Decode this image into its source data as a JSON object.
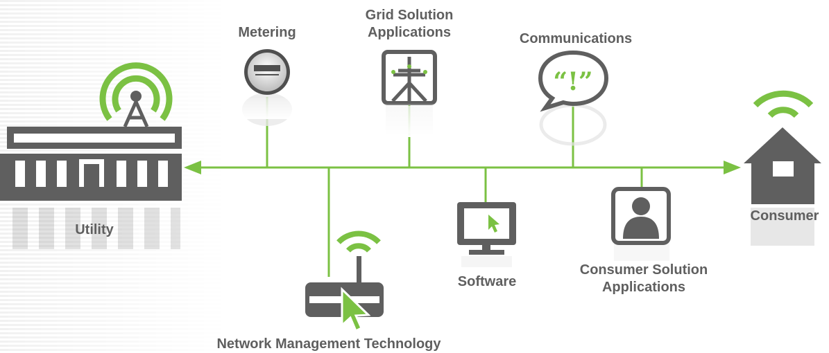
{
  "colors": {
    "accent_green": "#7bc143",
    "icon_gray": "#5f5f5f",
    "label_gray": "#5f5f5f"
  },
  "nodes": {
    "metering": {
      "label": "Metering",
      "icon": "meter-icon"
    },
    "grid_solution": {
      "label_line1": "Grid Solution",
      "label_line2": "Applications",
      "icon": "power-pole-icon"
    },
    "communications": {
      "label": "Communications",
      "icon": "speech-bubble-icon"
    },
    "utility": {
      "label": "Utility",
      "icon": "utility-building-icon"
    },
    "consumer": {
      "label": "Consumer",
      "icon": "house-icon"
    },
    "network_mgmt": {
      "label": "Network Management Technology",
      "icon": "router-icon"
    },
    "software": {
      "label": "Software",
      "icon": "monitor-icon"
    },
    "consumer_solution": {
      "label_line1": "Consumer Solution",
      "label_line2": "Applications",
      "icon": "person-icon"
    }
  }
}
